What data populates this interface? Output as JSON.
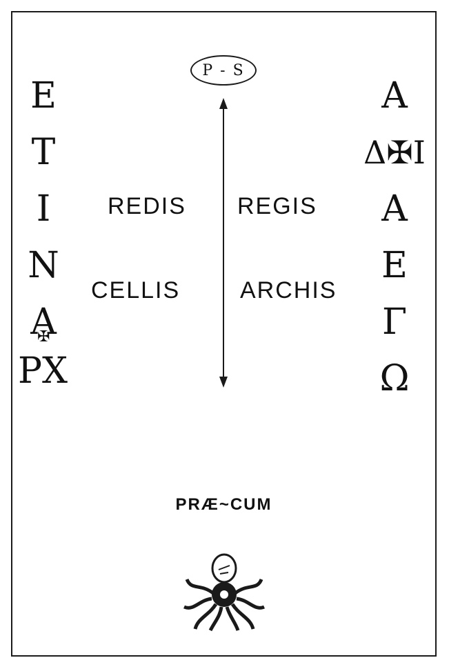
{
  "header": {
    "label": "P - S"
  },
  "left_column": {
    "letters": [
      "E",
      "T",
      "I",
      "N",
      "A"
    ],
    "cross": "✠",
    "bottom": "PX"
  },
  "right_column": {
    "top": "A",
    "delta_line": "Δ✠I",
    "letters": [
      "A",
      "E",
      "Γ",
      "Ω"
    ]
  },
  "words": {
    "top_left": "REDIS",
    "top_right": "REGIS",
    "bottom_left": "CELLIS",
    "bottom_right": "ARCHIS"
  },
  "footer": {
    "text": "PRÆ~CUM"
  },
  "icons": {
    "arrow": "double-arrow-vertical",
    "emblem": "octopus-emblem"
  }
}
